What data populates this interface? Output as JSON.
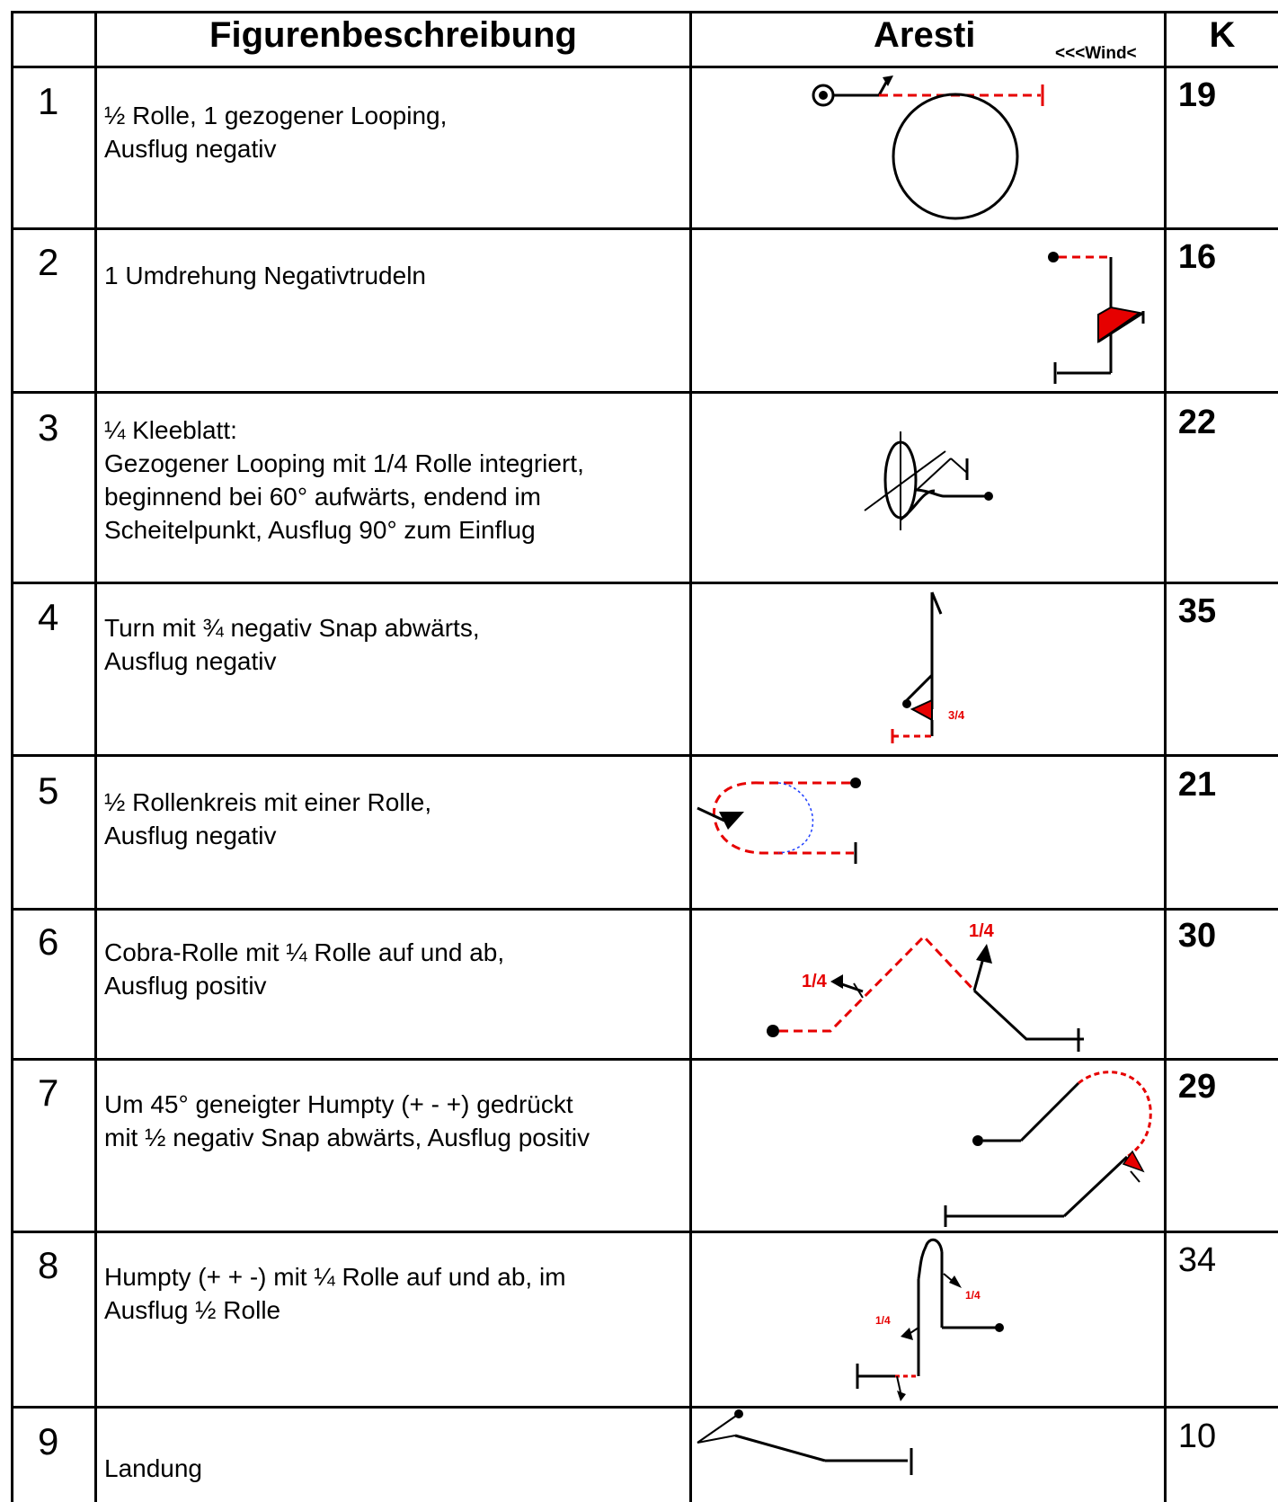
{
  "header": {
    "description": "Figurenbeschreibung",
    "aresti": "Aresti",
    "wind": "<<<Wind<",
    "k": "K"
  },
  "figures": [
    {
      "num": "1",
      "description": "½ Rolle, 1 gezogener Looping,\nAusflug negativ",
      "k": "19",
      "k_bold": true
    },
    {
      "num": "2",
      "description": "1 Umdrehung Negativtrudeln",
      "k": "16",
      "k_bold": true
    },
    {
      "num": "3",
      "description": "¼ Kleeblatt:\nGezogener Looping mit 1/4 Rolle integriert,\nbeginnend bei 60° aufwärts, endend im\nScheitelpunkt, Ausflug 90° zum Einflug",
      "k": "22",
      "k_bold": true
    },
    {
      "num": "4",
      "description": "Turn mit ¾ negativ Snap abwärts,\nAusflug negativ",
      "k": "35",
      "k_bold": true
    },
    {
      "num": "5",
      "description": "½ Rollenkreis mit einer Rolle,\nAusflug negativ",
      "k": "21",
      "k_bold": true
    },
    {
      "num": "6",
      "description": "Cobra-Rolle mit ¼ Rolle auf und ab,\nAusflug positiv",
      "k": "30",
      "k_bold": true
    },
    {
      "num": "7",
      "description": "Um 45° geneigter Humpty (+ - +) gedrückt\nmit ½ negativ Snap abwärts, Ausflug positiv",
      "k": "29",
      "k_bold": true
    },
    {
      "num": "8",
      "description": "Humpty (+ + -) mit ¼ Rolle auf und ab, im\nAusflug ½ Rolle",
      "k": "34",
      "k_bold": false
    },
    {
      "num": "9",
      "description": "Landung",
      "k": "10",
      "k_bold": false
    }
  ],
  "diagram_labels": {
    "fig4_snap": "3/4",
    "fig6_roll_up": "1/4",
    "fig6_roll_down": "1/4",
    "fig8_roll_up": "1/4",
    "fig8_roll_down": "1/4"
  },
  "colors": {
    "line": "#000000",
    "aresti_red": "#e60000",
    "roll_blue": "#2040ff"
  }
}
